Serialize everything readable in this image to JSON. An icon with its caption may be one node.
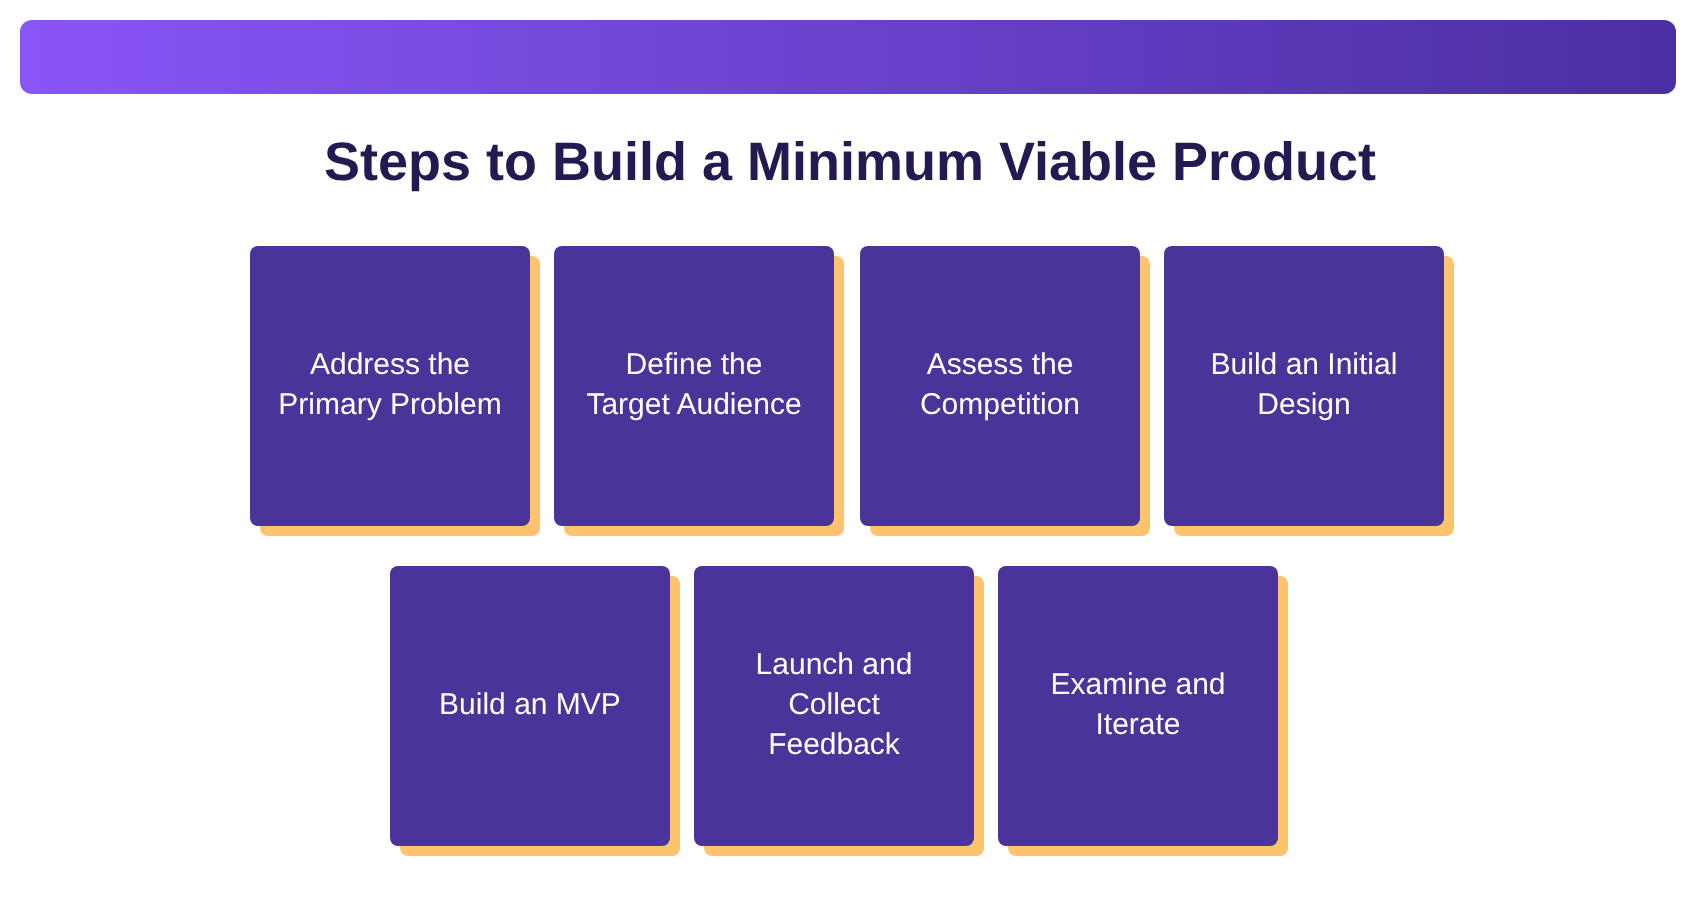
{
  "diagram": {
    "title": "Steps to Build a Minimum Viable Product",
    "nodes": [
      {
        "text": [
          "Address the Primary Problem"
        ]
      },
      {
        "text": [
          "Define the Target Audience"
        ]
      },
      {
        "text": [
          "Assess the Competition"
        ]
      },
      {
        "text": [
          "Build an Initial Design"
        ]
      },
      {
        "text": [
          "Build an MVP"
        ]
      },
      {
        "text": [
          "Launch and Collect Feedback"
        ]
      },
      {
        "text": [
          "Examine and Iterate"
        ]
      }
    ]
  }
}
